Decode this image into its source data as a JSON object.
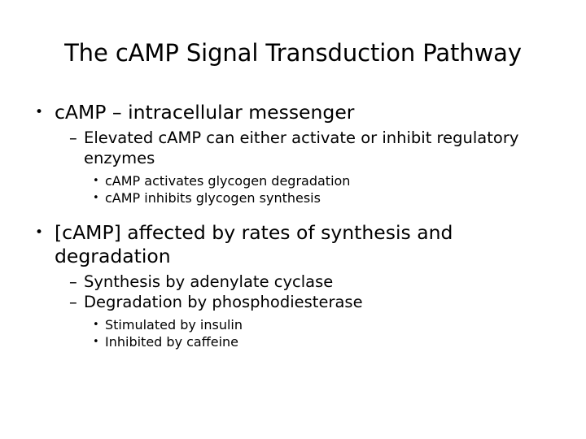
{
  "slide": {
    "title": "The cAMP Signal Transduction Pathway",
    "background_color": "#ffffff",
    "text_color": "#000000",
    "bullet_glyphs": {
      "level1": "•",
      "level2": "–",
      "level3": "•"
    },
    "content": [
      {
        "level": 1,
        "marker": "•",
        "text": "cAMP – intracellular messenger"
      },
      {
        "level": 2,
        "marker": "–",
        "text": "Elevated cAMP can either activate or inhibit regulatory enzymes"
      },
      {
        "level": 3,
        "marker": "•",
        "text": "cAMP activates glycogen degradation"
      },
      {
        "level": 3,
        "marker": "•",
        "text": "cAMP inhibits glycogen synthesis"
      },
      {
        "level": 1,
        "marker": "•",
        "text": "[cAMP] affected by rates of synthesis and degradation"
      },
      {
        "level": 2,
        "marker": "–",
        "text": "Synthesis by adenylate cyclase"
      },
      {
        "level": 2,
        "marker": "–",
        "text": "Degradation by phosphodiesterase"
      },
      {
        "level": 3,
        "marker": "•",
        "text": "Stimulated by insulin"
      },
      {
        "level": 3,
        "marker": "•",
        "text": "Inhibited by caffeine"
      }
    ]
  }
}
